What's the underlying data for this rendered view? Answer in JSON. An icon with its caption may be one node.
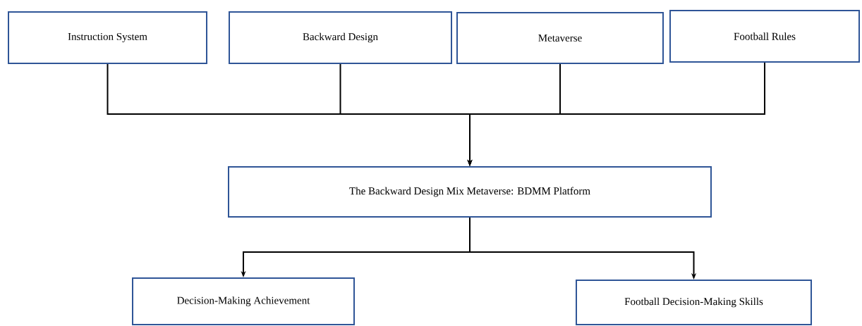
{
  "diagram": {
    "nodes": [
      {
        "text": [
          "Instruction System"
        ]
      },
      {
        "text": [
          "Backward Design"
        ]
      },
      {
        "text": [
          "Metaverse"
        ]
      },
      {
        "text": [
          "Football Rules"
        ]
      },
      {
        "text": [
          "The Backward Design Mix Metaverse: BDMM Platform"
        ]
      },
      {
        "text": [
          "Decision-Making Achievement"
        ]
      },
      {
        "text": [
          "Football Decision-Making Skills"
        ]
      }
    ],
    "edges": [
      {
        "from": 0,
        "to": 4,
        "arrow": "to"
      },
      {
        "from": 1,
        "to": 4,
        "arrow": "to"
      },
      {
        "from": 2,
        "to": 4,
        "arrow": "to"
      },
      {
        "from": 3,
        "to": 4,
        "arrow": "to"
      },
      {
        "from": 4,
        "to": 5,
        "arrow": "to"
      },
      {
        "from": 4,
        "to": 6,
        "arrow": "to"
      }
    ]
  }
}
